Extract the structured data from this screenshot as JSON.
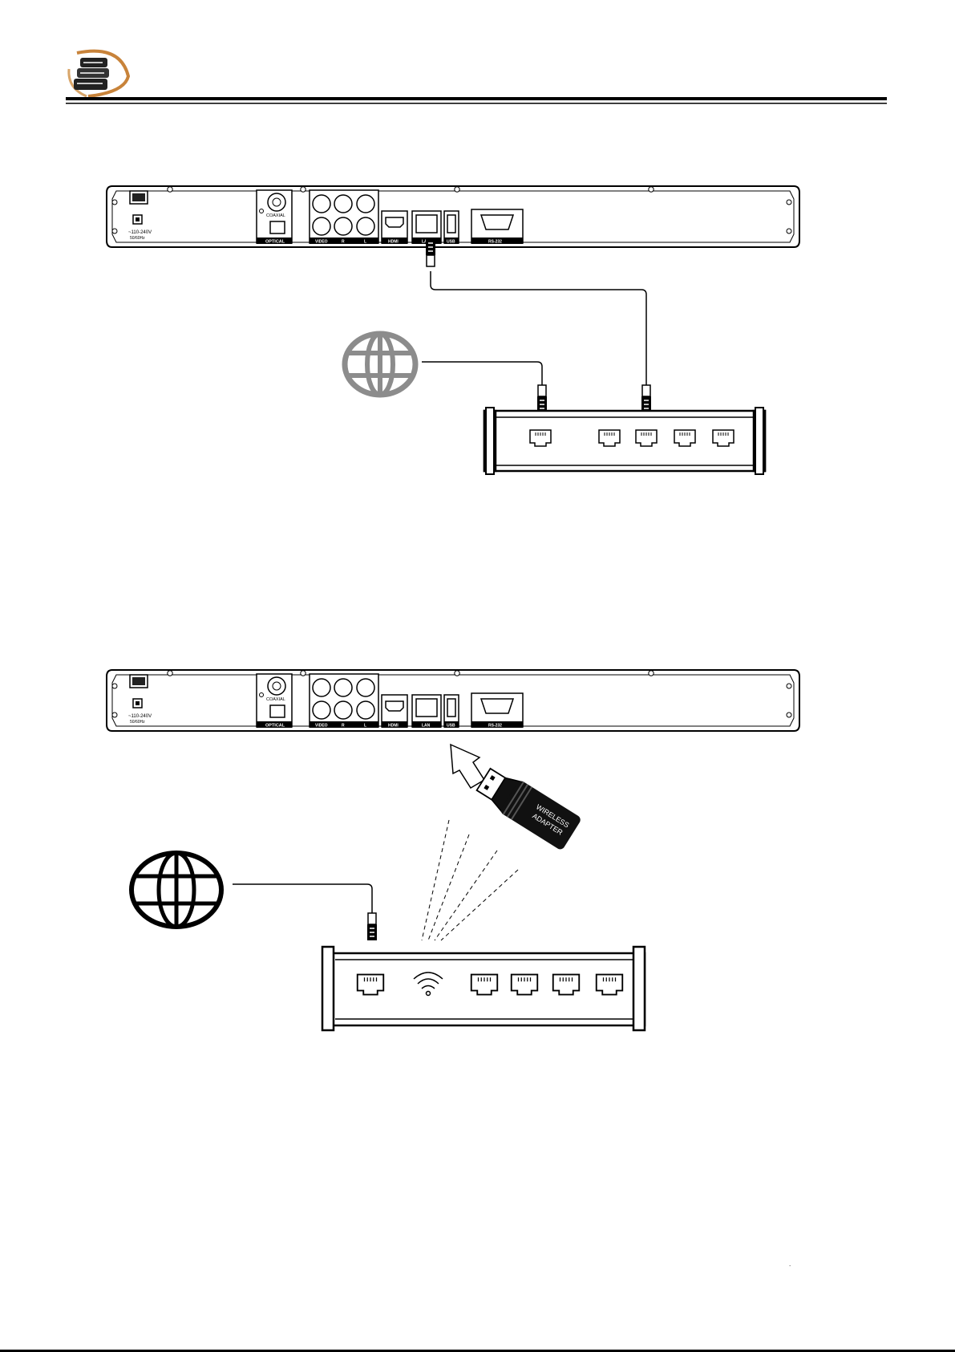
{
  "header": {
    "logo_icon": "books-icon",
    "rule_color": "#000000",
    "logo_ring_color": "#c8833a"
  },
  "diagram_wired": {
    "panel": {
      "power_label": "~110-240V",
      "power_freq": "50/60Hz",
      "coaxial_label": "COAXIAL",
      "optical_label": "OPTICAL",
      "video_label": "VIDEO",
      "right_label": "R",
      "left_label": "L",
      "hdmi_label": "HDMI",
      "lan_label": "LAN",
      "usb_label": "USB",
      "rs232_label": "RS-232"
    },
    "internet_icon": "globe-icon",
    "router_icon": "router-icon"
  },
  "diagram_wireless": {
    "panel": {
      "power_label": "~110-240V",
      "power_freq": "50/60Hz",
      "coaxial_label": "COAXIAL",
      "optical_label": "OPTICAL",
      "video_label": "VIDEO",
      "right_label": "R",
      "left_label": "L",
      "hdmi_label": "HDMI",
      "lan_label": "LAN",
      "usb_label": "USB",
      "rs232_label": "RS-232"
    },
    "adapter_line1": "WIRELESS",
    "adapter_line2": "ADAPTER",
    "internet_icon": "globe-icon",
    "router_icon": "wireless-router-icon",
    "wifi_icon": "wifi-icon"
  },
  "footer": {
    "page_mark": "."
  }
}
